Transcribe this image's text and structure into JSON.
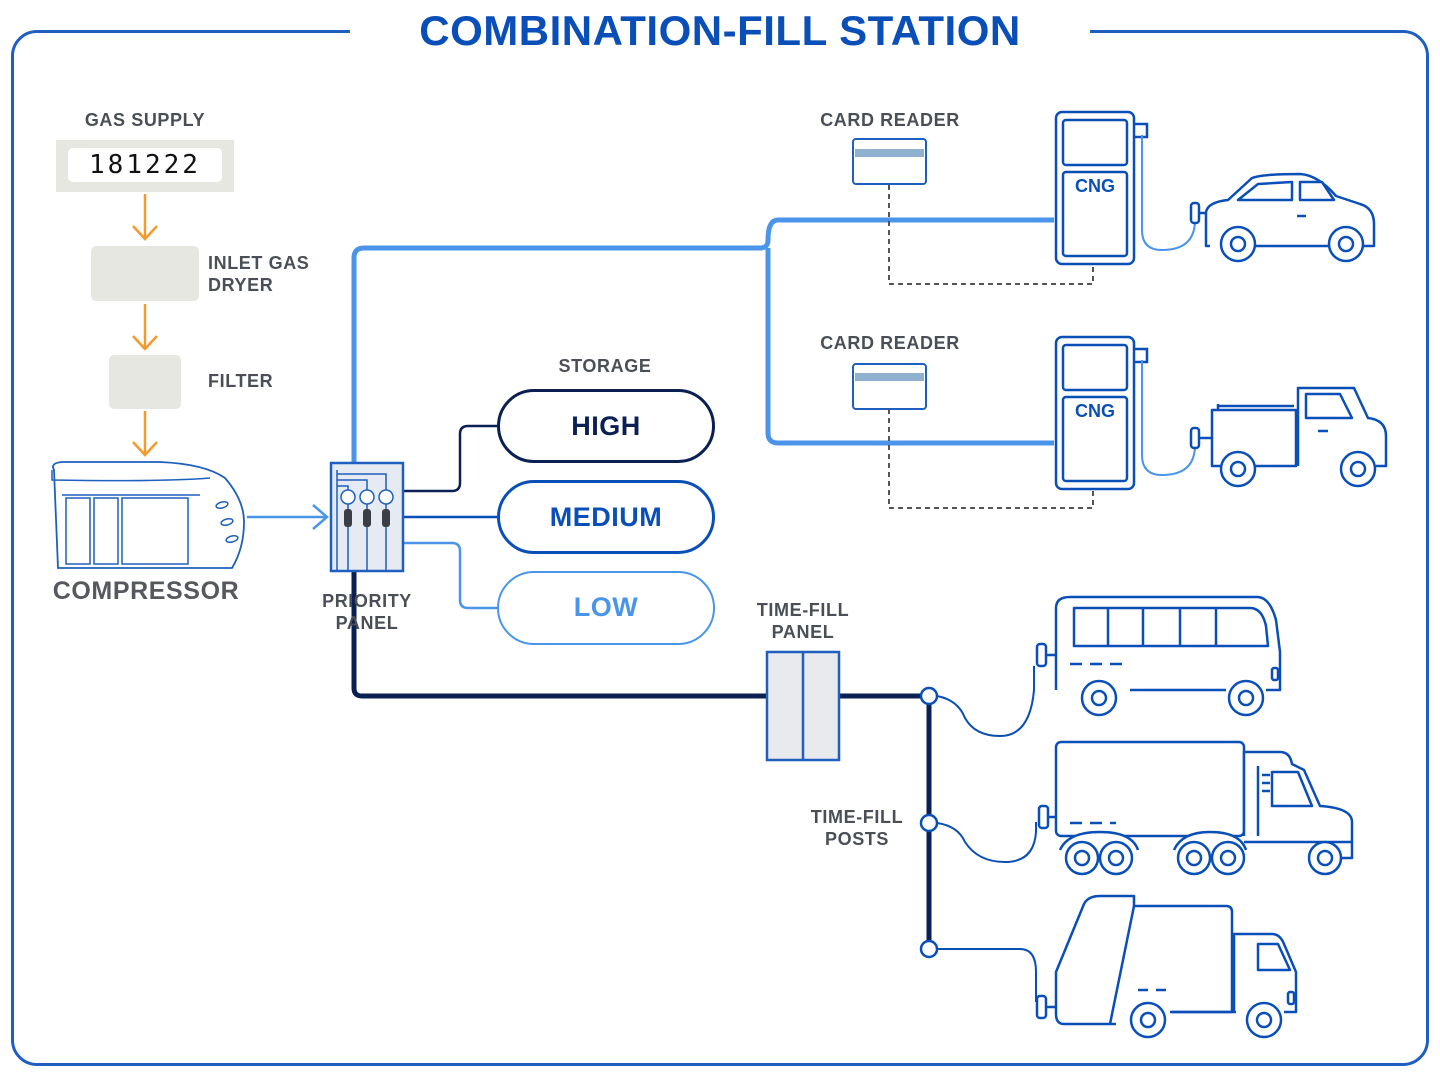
{
  "title": "COMBINATION-FILL STATION",
  "labels": {
    "gas_supply": "GAS SUPPLY",
    "meter_reading": "181222",
    "inlet_gas_dryer_line1": "INLET GAS",
    "inlet_gas_dryer_line2": "DRYER",
    "filter": "FILTER",
    "compressor": "COMPRESSOR",
    "priority_panel_line1": "PRIORITY",
    "priority_panel_line2": "PANEL",
    "storage": "STORAGE",
    "card_reader_top": "CARD READER",
    "card_reader_bottom": "CARD READER",
    "dispenser_top": "CNG",
    "dispenser_bottom": "CNG",
    "time_fill_panel_line1": "TIME-FILL",
    "time_fill_panel_line2": "PANEL",
    "time_fill_posts_line1": "TIME-FILL",
    "time_fill_posts_line2": "POSTS"
  },
  "storage_tanks": {
    "high": "HIGH",
    "medium": "MEDIUM",
    "low": "LOW"
  },
  "colors": {
    "brand_blue": "#0a4fb8",
    "light_blue": "#4a95ea",
    "navy": "#0a1f52",
    "orange_arrow": "#f29a2e",
    "gray_box": "#e7e7e1",
    "label_gray": "#4a4f57"
  },
  "icons": [
    "gas-meter-icon",
    "compressor-icon",
    "priority-panel-icon",
    "card-reader-icon",
    "cng-dispenser-icon",
    "car-icon",
    "pickup-truck-icon",
    "bus-icon",
    "box-truck-icon",
    "garbage-truck-icon",
    "time-fill-panel-icon",
    "time-fill-post-icon"
  ]
}
